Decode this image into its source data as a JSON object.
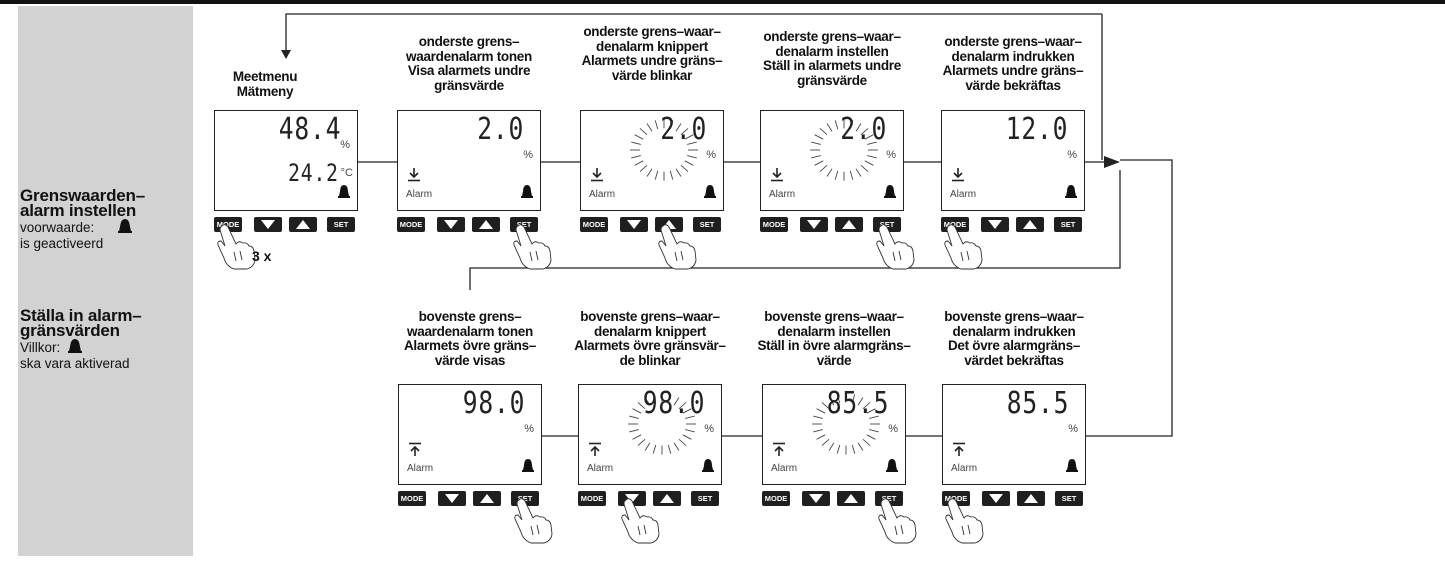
{
  "sidebar": {
    "nl_title_line1": "Grenswaarden–",
    "nl_title_line2": "alarm instellen",
    "nl_cond_label": "voorwaarde:",
    "nl_cond_text": "is geactiveerd",
    "sv_title_line1": "Ställa in alarm–",
    "sv_title_line2": "gränsvärden",
    "sv_cond_label": "Villkor:",
    "sv_cond_text": "ska vara aktiverad"
  },
  "steps": [
    {
      "caption": [
        "Meetmenu",
        "Mätmeny"
      ],
      "display": "48.4",
      "display2": "24.2",
      "unit": "%",
      "unit2": "°C",
      "show_alarm": false,
      "press": "MODE",
      "press_note": "3 x"
    },
    {
      "caption": [
        "onderste grens–",
        "waardenalarm tonen",
        "Visa alarmets undre",
        "gränsvärde"
      ],
      "display": "2.0",
      "unit": "%",
      "alarm_dir": "lower",
      "alarm_label": "Alarm",
      "press": "SET"
    },
    {
      "caption": [
        "onderste grens–waar–",
        "denalarm knippert",
        "Alarmets undre gräns–",
        "värde blinkar"
      ],
      "display": "2.0",
      "unit": "%",
      "alarm_dir": "lower",
      "alarm_label": "Alarm",
      "blinking": true,
      "press": "UP"
    },
    {
      "caption": [
        "onderste grens–waar–",
        "denalarm instellen",
        "Ställ in alarmets undre",
        "gränsvärde"
      ],
      "display": "2.0",
      "unit": "%",
      "alarm_dir": "lower",
      "alarm_label": "Alarm",
      "blinking": true,
      "press": "SET"
    },
    {
      "caption": [
        "onderste grens–waar–",
        "denalarm indrukken",
        "Alarmets undre gräns–",
        "värde bekräftas"
      ],
      "display": "12.0",
      "unit": "%",
      "alarm_dir": "lower",
      "alarm_label": "Alarm",
      "press": "MODE"
    },
    {
      "caption": [
        "bovenste grens–",
        "waardenalarm tonen",
        "Alarmets övre gräns–",
        "värde visas"
      ],
      "display": "98.0",
      "unit": "%",
      "alarm_dir": "upper",
      "alarm_label": "Alarm",
      "press": "SET"
    },
    {
      "caption": [
        "bovenste grens–waar–",
        "denalarm knippert",
        "Alarmets övre gränsvär–",
        "de blinkar"
      ],
      "display": "98.0",
      "unit": "%",
      "alarm_dir": "upper",
      "alarm_label": "Alarm",
      "blinking": true,
      "press": "DOWN"
    },
    {
      "caption": [
        "bovenste grens–waar–",
        "denalarm instellen",
        "Ställ in övre alarmgräns–",
        "värde"
      ],
      "display": "85.5",
      "unit": "%",
      "alarm_dir": "upper",
      "alarm_label": "Alarm",
      "blinking": true,
      "press": "SET"
    },
    {
      "caption": [
        "bovenste grens–waar–",
        "denalarm indrukken",
        "Det övre alarmgräns–",
        "värdet bekräftas"
      ],
      "display": "85.5",
      "unit": "%",
      "alarm_dir": "upper",
      "alarm_label": "Alarm",
      "press": "MODE"
    }
  ],
  "buttons": {
    "mode": "MODE",
    "set": "SET"
  },
  "colors": {
    "sidebar_bg": "#d2d2d2",
    "line": "#222222",
    "button": "#1f1f1f"
  }
}
